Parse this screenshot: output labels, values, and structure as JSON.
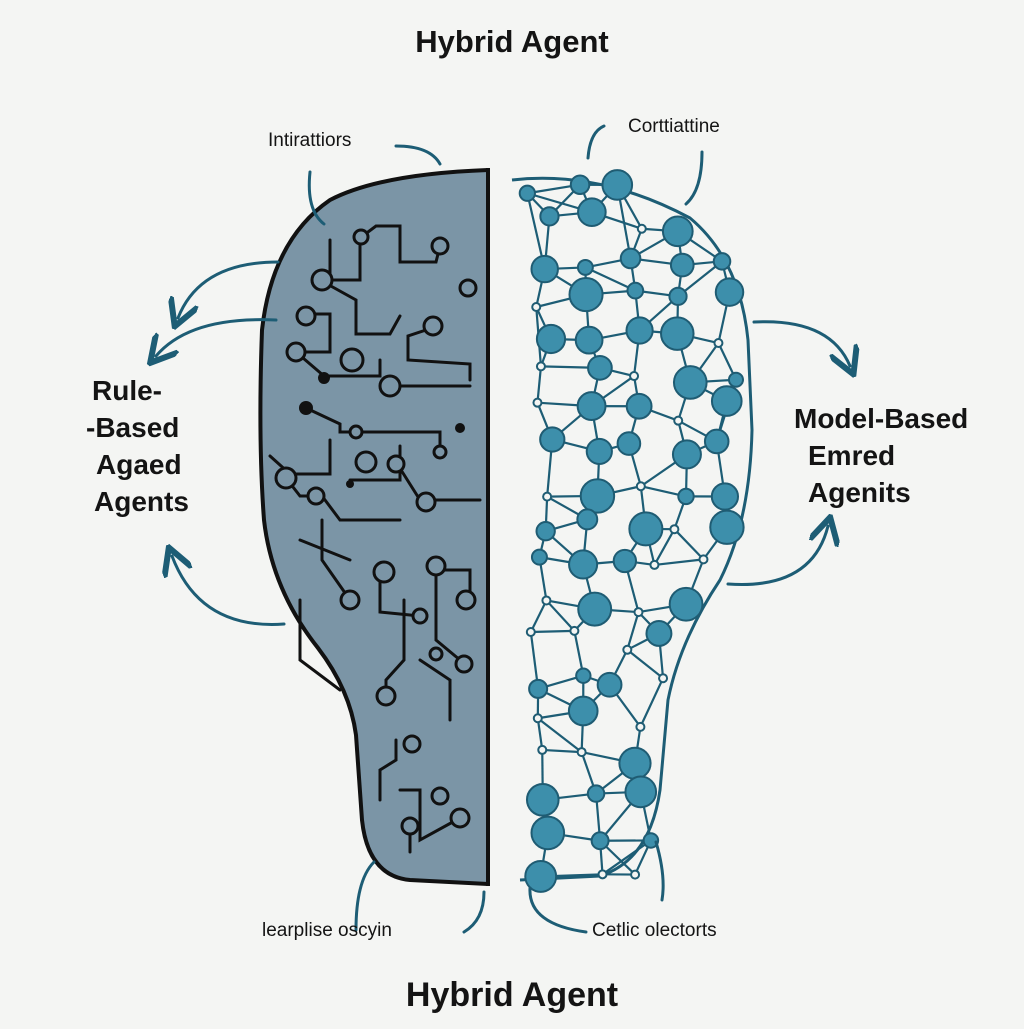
{
  "titles": {
    "top": "Hybrid Agent",
    "bottom": "Hybrid Agent"
  },
  "annotations": {
    "top_left": "Intirattiors",
    "top_right": "Corttiattine",
    "bottom_left": "learplise oscyin",
    "bottom_right": "Cetlic olectorts"
  },
  "left_label": [
    "Rule-",
    "-Based",
    "Agaed",
    "Agents"
  ],
  "right_label": [
    "Model-Based",
    "Emred",
    "Agenits"
  ],
  "colors": {
    "background": "#f4f5f3",
    "circuit_fill": "#7b95a6",
    "node_fill": "#3d8fab",
    "node_stroke": "#1f5c73",
    "arrow": "#1d5d75",
    "outline": "#111111"
  }
}
